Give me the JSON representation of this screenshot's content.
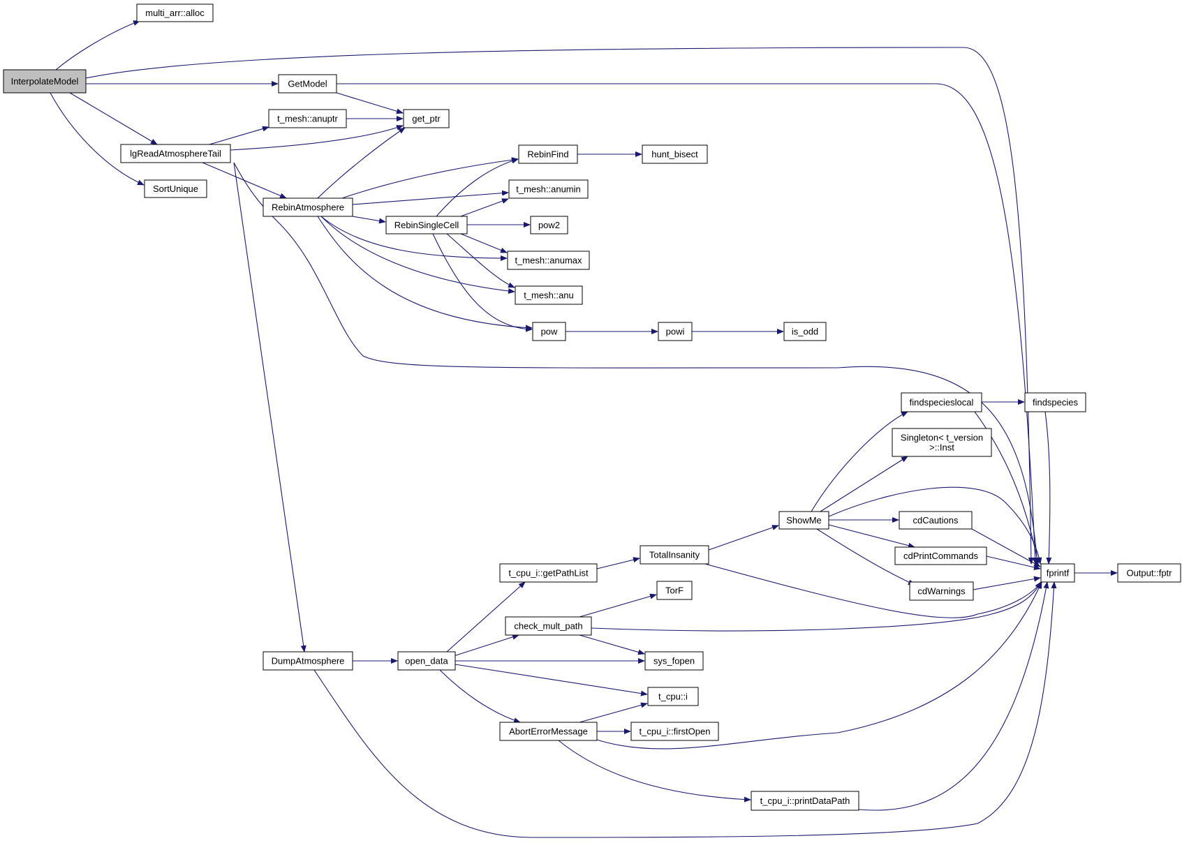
{
  "diagram": {
    "colors": {
      "edge": "#191970",
      "node_fill": "#ffffff",
      "root_fill": "#bfbfbf",
      "border": "#000000"
    },
    "nodes": [
      {
        "id": "InterpolateModel",
        "lines": [
          "InterpolateModel"
        ],
        "root": true
      },
      {
        "id": "multi_arr_alloc",
        "lines": [
          "multi_arr::alloc"
        ]
      },
      {
        "id": "GetModel",
        "lines": [
          "GetModel"
        ]
      },
      {
        "id": "lgReadAtmosphereTail",
        "lines": [
          "lgReadAtmosphereTail"
        ]
      },
      {
        "id": "SortUnique",
        "lines": [
          "SortUnique"
        ]
      },
      {
        "id": "t_mesh_anuptr",
        "lines": [
          "t_mesh::anuptr"
        ]
      },
      {
        "id": "get_ptr",
        "lines": [
          "get_ptr"
        ]
      },
      {
        "id": "RebinAtmosphere",
        "lines": [
          "RebinAtmosphere"
        ]
      },
      {
        "id": "RebinFind",
        "lines": [
          "RebinFind"
        ]
      },
      {
        "id": "hunt_bisect",
        "lines": [
          "hunt_bisect"
        ]
      },
      {
        "id": "t_mesh_anumin",
        "lines": [
          "t_mesh::anumin"
        ]
      },
      {
        "id": "RebinSingleCell",
        "lines": [
          "RebinSingleCell"
        ]
      },
      {
        "id": "pow2",
        "lines": [
          "pow2"
        ]
      },
      {
        "id": "t_mesh_anumax",
        "lines": [
          "t_mesh::anumax"
        ]
      },
      {
        "id": "t_mesh_anu",
        "lines": [
          "t_mesh::anu"
        ]
      },
      {
        "id": "pow",
        "lines": [
          "pow"
        ]
      },
      {
        "id": "powi",
        "lines": [
          "powi"
        ]
      },
      {
        "id": "is_odd",
        "lines": [
          "is_odd"
        ]
      },
      {
        "id": "findspecieslocal",
        "lines": [
          "findspecieslocal"
        ]
      },
      {
        "id": "findspecies",
        "lines": [
          "findspecies"
        ]
      },
      {
        "id": "Singleton_Inst",
        "lines": [
          "Singleton< t_version",
          ">::Inst"
        ]
      },
      {
        "id": "ShowMe",
        "lines": [
          "ShowMe"
        ]
      },
      {
        "id": "cdCautions",
        "lines": [
          "cdCautions"
        ]
      },
      {
        "id": "cdPrintCommands",
        "lines": [
          "cdPrintCommands"
        ]
      },
      {
        "id": "cdWarnings",
        "lines": [
          "cdWarnings"
        ]
      },
      {
        "id": "TotalInsanity",
        "lines": [
          "TotalInsanity"
        ]
      },
      {
        "id": "t_cpu_i_getPathList",
        "lines": [
          "t_cpu_i::getPathList"
        ]
      },
      {
        "id": "fprintf",
        "lines": [
          "fprintf"
        ]
      },
      {
        "id": "Output_fptr",
        "lines": [
          "Output::fptr"
        ]
      },
      {
        "id": "TorF",
        "lines": [
          "TorF"
        ]
      },
      {
        "id": "check_mult_path",
        "lines": [
          "check_mult_path"
        ]
      },
      {
        "id": "DumpAtmosphere",
        "lines": [
          "DumpAtmosphere"
        ]
      },
      {
        "id": "open_data",
        "lines": [
          "open_data"
        ]
      },
      {
        "id": "sys_fopen",
        "lines": [
          "sys_fopen"
        ]
      },
      {
        "id": "t_cpu_i",
        "lines": [
          "t_cpu::i"
        ]
      },
      {
        "id": "AbortErrorMessage",
        "lines": [
          "AbortErrorMessage"
        ]
      },
      {
        "id": "t_cpu_i_firstOpen",
        "lines": [
          "t_cpu_i::firstOpen"
        ]
      },
      {
        "id": "t_cpu_i_printDataPath",
        "lines": [
          "t_cpu_i::printDataPath"
        ]
      }
    ],
    "edges": [
      {
        "from": "InterpolateModel",
        "to": "multi_arr_alloc"
      },
      {
        "from": "InterpolateModel",
        "to": "fprintf"
      },
      {
        "from": "InterpolateModel",
        "to": "GetModel"
      },
      {
        "from": "InterpolateModel",
        "to": "lgReadAtmosphereTail"
      },
      {
        "from": "InterpolateModel",
        "to": "SortUnique"
      },
      {
        "from": "GetModel",
        "to": "fprintf"
      },
      {
        "from": "GetModel",
        "to": "get_ptr"
      },
      {
        "from": "lgReadAtmosphereTail",
        "to": "t_mesh_anuptr"
      },
      {
        "from": "lgReadAtmosphereTail",
        "to": "get_ptr"
      },
      {
        "from": "lgReadAtmosphereTail",
        "to": "RebinAtmosphere"
      },
      {
        "from": "lgReadAtmosphereTail",
        "to": "fprintf"
      },
      {
        "from": "lgReadAtmosphereTail",
        "to": "DumpAtmosphere"
      },
      {
        "from": "t_mesh_anuptr",
        "to": "get_ptr"
      },
      {
        "from": "RebinAtmosphere",
        "to": "get_ptr"
      },
      {
        "from": "RebinAtmosphere",
        "to": "RebinFind"
      },
      {
        "from": "RebinAtmosphere",
        "to": "t_mesh_anumin"
      },
      {
        "from": "RebinAtmosphere",
        "to": "RebinSingleCell"
      },
      {
        "from": "RebinAtmosphere",
        "to": "t_mesh_anumax"
      },
      {
        "from": "RebinAtmosphere",
        "to": "t_mesh_anu"
      },
      {
        "from": "RebinAtmosphere",
        "to": "pow"
      },
      {
        "from": "RebinFind",
        "to": "hunt_bisect"
      },
      {
        "from": "RebinSingleCell",
        "to": "RebinFind"
      },
      {
        "from": "RebinSingleCell",
        "to": "t_mesh_anumin"
      },
      {
        "from": "RebinSingleCell",
        "to": "pow2"
      },
      {
        "from": "RebinSingleCell",
        "to": "t_mesh_anumax"
      },
      {
        "from": "RebinSingleCell",
        "to": "t_mesh_anu"
      },
      {
        "from": "RebinSingleCell",
        "to": "pow"
      },
      {
        "from": "pow",
        "to": "powi"
      },
      {
        "from": "powi",
        "to": "is_odd"
      },
      {
        "from": "DumpAtmosphere",
        "to": "open_data"
      },
      {
        "from": "DumpAtmosphere",
        "to": "fprintf"
      },
      {
        "from": "open_data",
        "to": "t_cpu_i_getPathList"
      },
      {
        "from": "open_data",
        "to": "check_mult_path"
      },
      {
        "from": "open_data",
        "to": "sys_fopen"
      },
      {
        "from": "open_data",
        "to": "t_cpu_i"
      },
      {
        "from": "open_data",
        "to": "AbortErrorMessage"
      },
      {
        "from": "t_cpu_i_getPathList",
        "to": "TotalInsanity"
      },
      {
        "from": "TotalInsanity",
        "to": "ShowMe"
      },
      {
        "from": "TotalInsanity",
        "to": "fprintf"
      },
      {
        "from": "ShowMe",
        "to": "findspecieslocal"
      },
      {
        "from": "ShowMe",
        "to": "Singleton_Inst"
      },
      {
        "from": "ShowMe",
        "to": "fprintf"
      },
      {
        "from": "ShowMe",
        "to": "cdCautions"
      },
      {
        "from": "ShowMe",
        "to": "cdPrintCommands"
      },
      {
        "from": "ShowMe",
        "to": "cdWarnings"
      },
      {
        "from": "findspecieslocal",
        "to": "findspecies"
      },
      {
        "from": "findspecieslocal",
        "to": "fprintf"
      },
      {
        "from": "findspecies",
        "to": "fprintf"
      },
      {
        "from": "cdCautions",
        "to": "fprintf"
      },
      {
        "from": "cdPrintCommands",
        "to": "fprintf"
      },
      {
        "from": "cdWarnings",
        "to": "fprintf"
      },
      {
        "from": "check_mult_path",
        "to": "TorF"
      },
      {
        "from": "check_mult_path",
        "to": "fprintf"
      },
      {
        "from": "check_mult_path",
        "to": "sys_fopen"
      },
      {
        "from": "AbortErrorMessage",
        "to": "t_cpu_i"
      },
      {
        "from": "AbortErrorMessage",
        "to": "t_cpu_i_firstOpen"
      },
      {
        "from": "AbortErrorMessage",
        "to": "fprintf"
      },
      {
        "from": "AbortErrorMessage",
        "to": "t_cpu_i_printDataPath"
      },
      {
        "from": "t_cpu_i_printDataPath",
        "to": "fprintf"
      },
      {
        "from": "fprintf",
        "to": "Output_fptr"
      }
    ]
  }
}
